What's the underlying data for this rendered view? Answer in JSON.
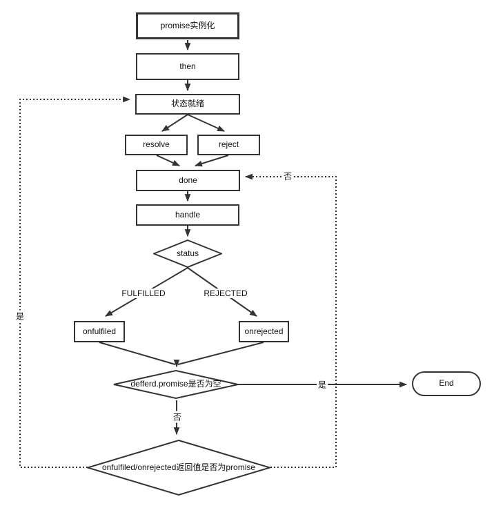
{
  "diagram": {
    "title": "promise flow",
    "nodes": {
      "promise_init": "promise实例化",
      "then": "then",
      "status_ready": "状态就绪",
      "resolve": "resolve",
      "reject": "reject",
      "done": "done",
      "handle": "handle",
      "status": "status",
      "onfulfiled": "onfulfiled",
      "onrejected": "onrejected",
      "deferred_check": "defferd.promise是否为空",
      "return_check": "onfulfiled/onrejected返回值是否为promise",
      "end": "End"
    },
    "edge_labels": {
      "fulfilled": "FULFILLED",
      "rejected": "REJECTED",
      "deferred_yes": "是",
      "deferred_no": "否",
      "loop_yes": "是",
      "loop_no": "否"
    },
    "colors": {
      "stroke": "#333333",
      "text": "#111111",
      "background": "#ffffff"
    }
  }
}
